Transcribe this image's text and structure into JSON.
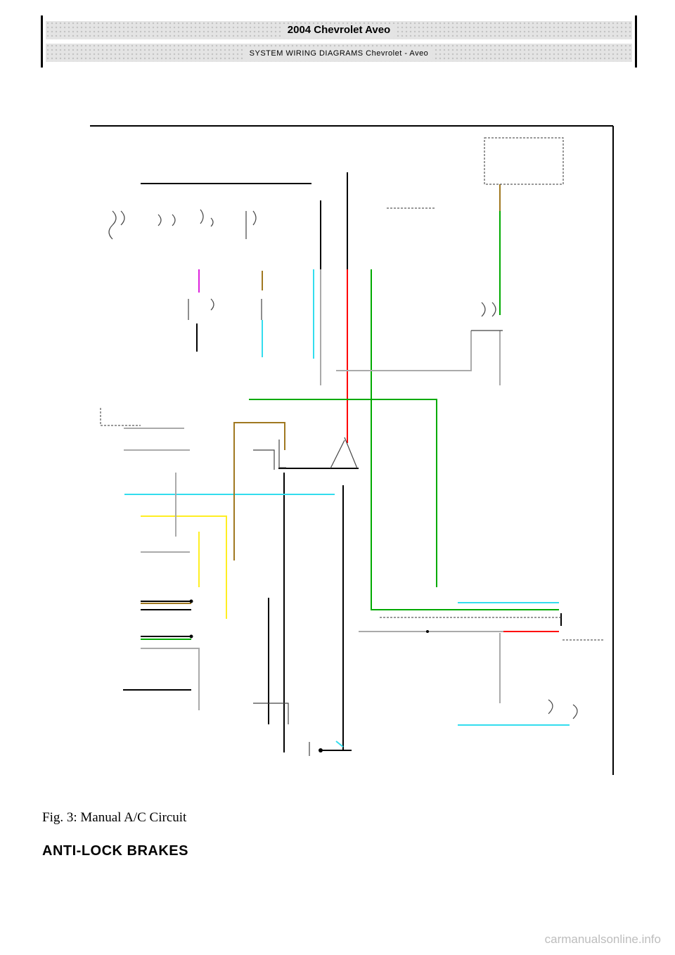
{
  "header": {
    "title": "2004 Chevrolet Aveo",
    "subtitle": "SYSTEM WIRING DIAGRAMS Chevrolet - Aveo"
  },
  "figure": {
    "caption": "Fig. 3: Manual A/C Circuit"
  },
  "section_heading": "ANTI-LOCK BRAKES",
  "watermark": "carmanualsonline.info",
  "wire_colors": {
    "black": "#000000",
    "red": "#ff0000",
    "green": "#00aa00",
    "cyan": "#33ddee",
    "brown": "#a07820",
    "yellow": "#ffee22",
    "magenta": "#dd22dd",
    "gray": "#aaaaaa"
  }
}
